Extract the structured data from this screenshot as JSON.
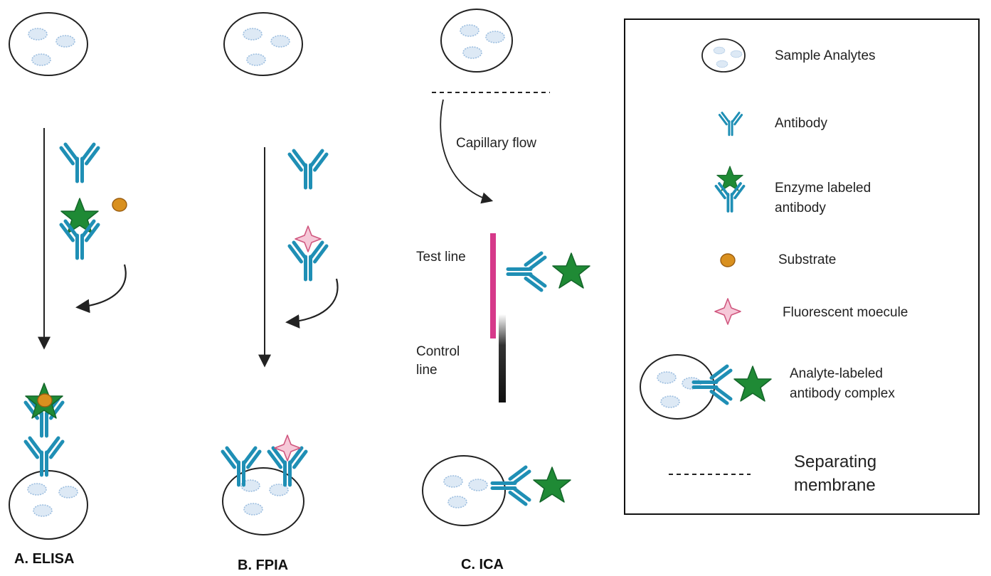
{
  "panels": {
    "elisa": {
      "label": "A. ELISA"
    },
    "fpia": {
      "label": "B. FPIA"
    },
    "ica": {
      "label": "C. ICA",
      "flow_label": "Capillary flow",
      "test_line_label": "Test line",
      "control_line_label_1": "Control",
      "control_line_label_2": "line"
    }
  },
  "legend": {
    "sample_analytes": "Sample Analytes",
    "antibody": "Antibody",
    "enzyme_labeled_1": "Enzyme labeled",
    "enzyme_labeled_2": "antibody",
    "substrate": "Substrate",
    "fluorescent": "Fluorescent moecule",
    "complex_1": "Analyte-labeled",
    "complex_2": "antibody complex",
    "membrane_1": "Separating",
    "membrane_2": "membrane"
  },
  "colors": {
    "antibody": "#1f8fb5",
    "enzyme": "#1f8a35",
    "substrate": "#d9901f",
    "fluorescent": "#f6c8d8",
    "test_line": "#d6398a",
    "control_line": "#111111",
    "analyte": "#dde9f5"
  }
}
